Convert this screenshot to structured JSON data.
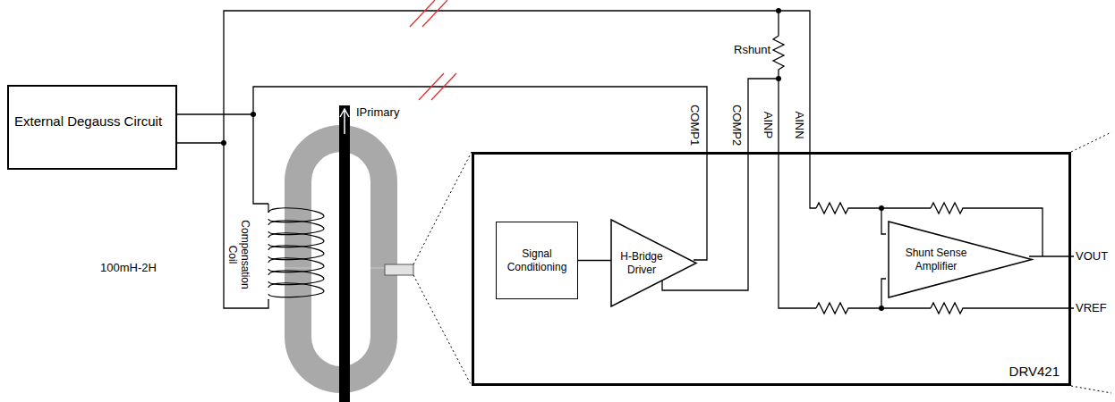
{
  "diagram": {
    "nodes": [
      {
        "text": [
          "External Degauss Circuit"
        ]
      },
      {
        "text": [
          "DRV421"
        ]
      },
      {
        "text": [
          "Signal Conditioning"
        ],
        "in": 1
      },
      {
        "text": [
          "H-Bridge Driver"
        ],
        "in": 1
      },
      {
        "text": [
          "Shunt Sense Amplifier"
        ],
        "in": 1
      }
    ],
    "edges": [
      {
        "from": 2,
        "to": 3,
        "arrow": "none"
      }
    ],
    "labels": [
      "IPrimary",
      "Compensation Coil",
      "100mH-2H",
      "Rshunt",
      "COMP1",
      "COMP2",
      "AINP",
      "AINN",
      "VOUT",
      "VREF"
    ]
  }
}
